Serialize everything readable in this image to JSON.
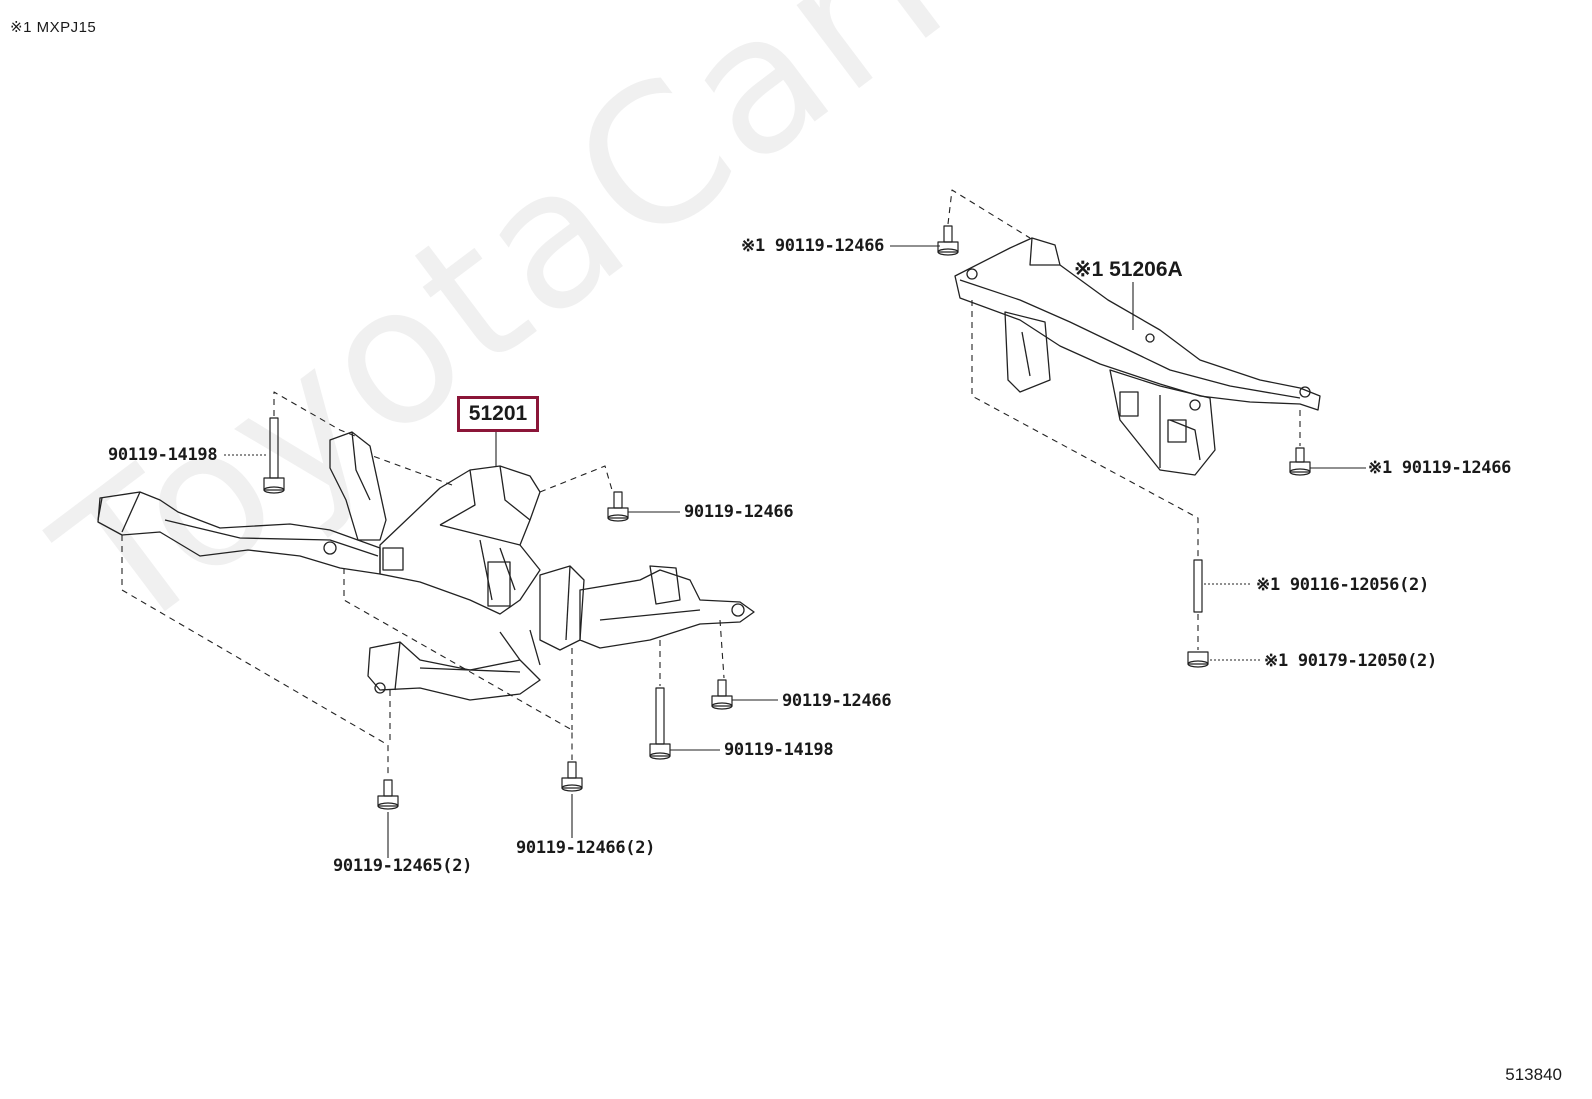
{
  "header": {
    "note": "※1 MXPJ15"
  },
  "footer": {
    "diagram_id": "513840"
  },
  "watermark": "ToyotaCarMine.ru",
  "main_part": {
    "number": "51201",
    "highlight_color": "#8b1538"
  },
  "secondary_part": {
    "number": "※1 51206A"
  },
  "callouts": [
    {
      "id": "bolt-left-top",
      "label": "90119-14198"
    },
    {
      "id": "bolt-front-right",
      "label": "90119-12466"
    },
    {
      "id": "bolt-right-mid",
      "label": "90119-12466"
    },
    {
      "id": "bolt-right-long",
      "label": "90119-14198"
    },
    {
      "id": "bolt-bottom-left",
      "label": "90119-12465(2)"
    },
    {
      "id": "bolt-bottom-mid",
      "label": "90119-12466(2)"
    },
    {
      "id": "bolt-rear-top",
      "label": "※1 90119-12466"
    },
    {
      "id": "bolt-rear-right",
      "label": "※1 90119-12466"
    },
    {
      "id": "stud-rear",
      "label": "※1 90116-12056(2)"
    },
    {
      "id": "nut-rear",
      "label": "※1 90179-12050(2)"
    }
  ]
}
